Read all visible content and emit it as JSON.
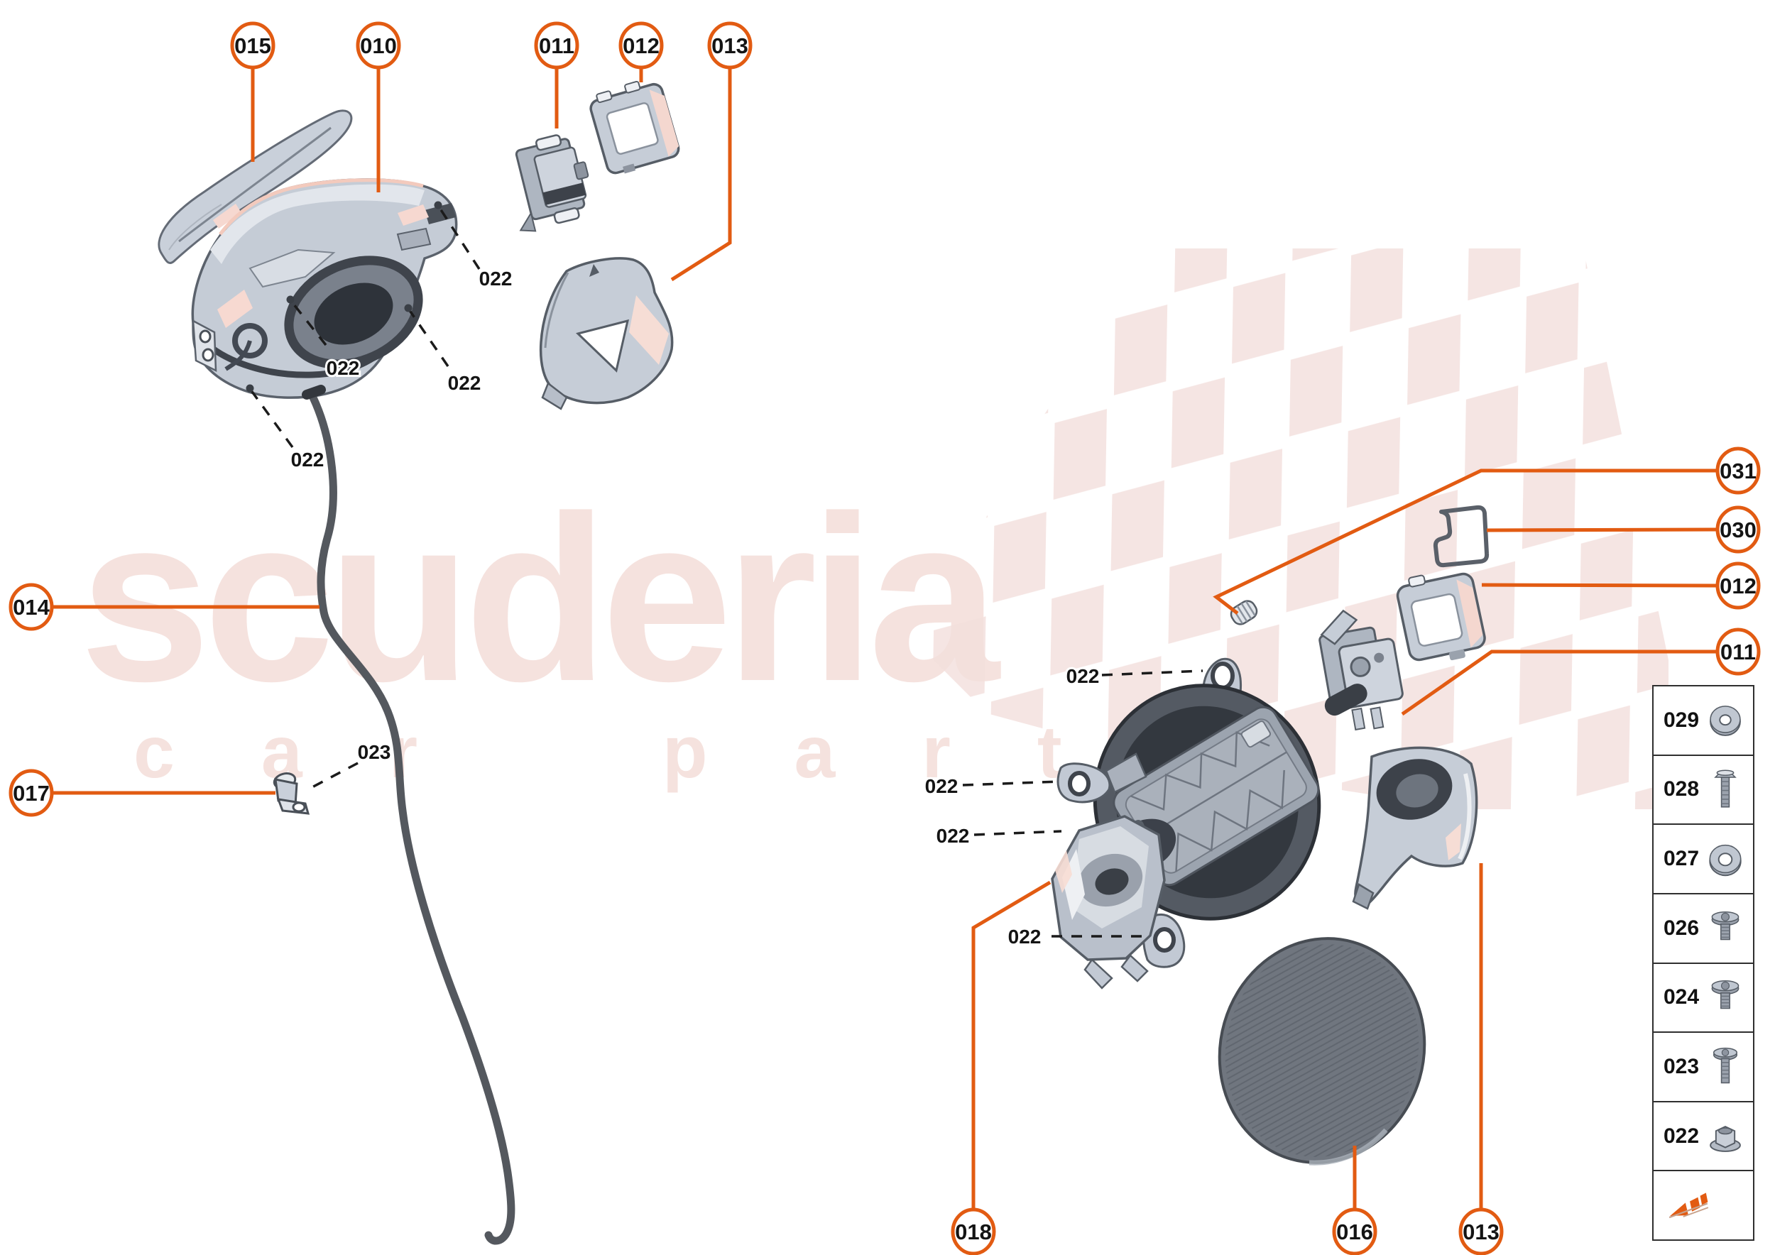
{
  "watermark": {
    "title": "scuderia",
    "sub_left": "car",
    "sub_right": "parts"
  },
  "colors": {
    "accent": "#e25b12",
    "label_ink": "#141414",
    "watermark_pink": "#f5e2de",
    "checker_pink": "#f3dfdc",
    "logo_tan": "#c7a18b"
  },
  "callouts": [
    {
      "id": "015",
      "label": "015"
    },
    {
      "id": "010",
      "label": "010"
    },
    {
      "id": "011",
      "label": "011"
    },
    {
      "id": "012",
      "label": "012"
    },
    {
      "id": "013",
      "label": "013"
    },
    {
      "id": "014",
      "label": "014"
    },
    {
      "id": "017",
      "label": "017"
    },
    {
      "id": "018",
      "label": "018"
    },
    {
      "id": "016",
      "label": "016"
    },
    {
      "id": "013b",
      "label": "013"
    },
    {
      "id": "031",
      "label": "031"
    },
    {
      "id": "030",
      "label": "030"
    },
    {
      "id": "012r",
      "label": "012"
    },
    {
      "id": "011r",
      "label": "011"
    }
  ],
  "annotations": [
    {
      "id": "a1",
      "label": "022"
    },
    {
      "id": "a2",
      "label": "022"
    },
    {
      "id": "a3",
      "label": "022"
    },
    {
      "id": "a4",
      "label": "022"
    },
    {
      "id": "a5",
      "label": "023"
    },
    {
      "id": "a6",
      "label": "022"
    },
    {
      "id": "a7",
      "label": "022"
    },
    {
      "id": "a8",
      "label": "022"
    },
    {
      "id": "a9",
      "label": "022"
    }
  ],
  "legend": {
    "rows": [
      {
        "label": "029",
        "icon": "washer"
      },
      {
        "label": "028",
        "icon": "bolt-long"
      },
      {
        "label": "027",
        "icon": "washer-wide"
      },
      {
        "label": "026",
        "icon": "screw-pan"
      },
      {
        "label": "024",
        "icon": "screw-pan"
      },
      {
        "label": "023",
        "icon": "screw-long"
      },
      {
        "label": "022",
        "icon": "nut-flange"
      },
      {
        "label": "",
        "icon": "brand-arrow"
      }
    ]
  }
}
